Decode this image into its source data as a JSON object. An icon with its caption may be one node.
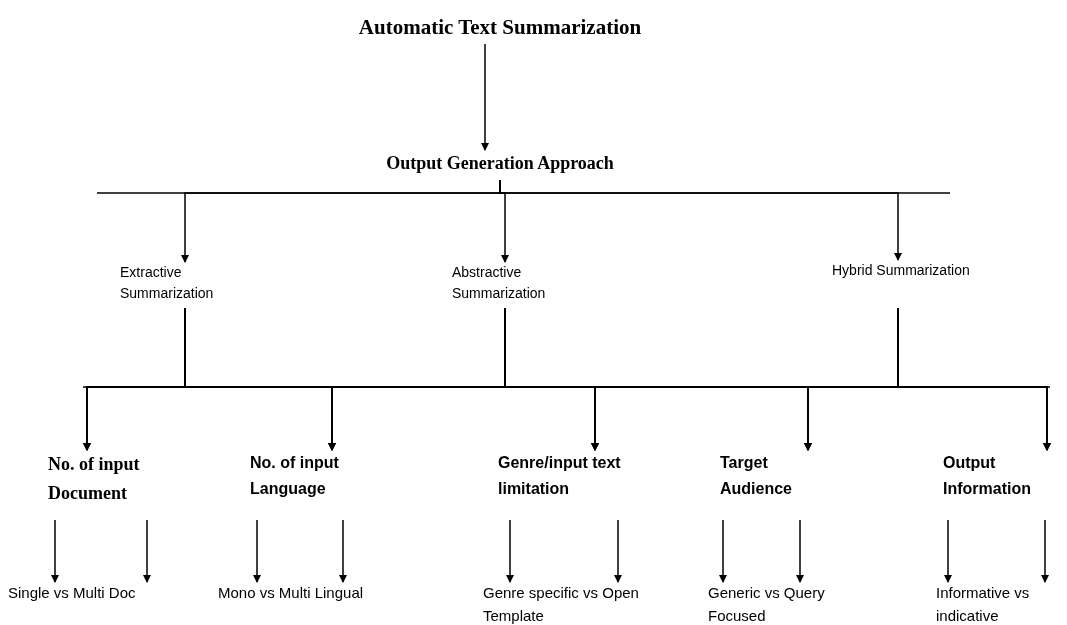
{
  "diagram": {
    "nodes": [
      {
        "text": [
          "Automatic Text Summarization"
        ]
      },
      {
        "text": [
          "Output Generation Approach"
        ]
      },
      {
        "text": [
          "Extractive Summarization"
        ]
      },
      {
        "text": [
          "Abstractive Summarization"
        ]
      },
      {
        "text": [
          "Hybrid Summarization"
        ]
      },
      {
        "text": [
          "No. of input Document"
        ]
      },
      {
        "text": [
          "No. of input Language"
        ]
      },
      {
        "text": [
          "Genre/input text limitation"
        ]
      },
      {
        "text": [
          "Target Audience"
        ]
      },
      {
        "text": [
          "Output Information"
        ]
      },
      {
        "text": [
          "Single vs Multi Doc"
        ]
      },
      {
        "text": [
          "Mono vs Multi Lingual"
        ]
      },
      {
        "text": [
          "Genre specific vs Open Template"
        ]
      },
      {
        "text": [
          "Generic vs Query Focused"
        ]
      },
      {
        "text": [
          "Informative vs indicative"
        ]
      }
    ],
    "edges": [
      {
        "from": 0,
        "to": 1,
        "arrow": "to"
      },
      {
        "from": 1,
        "to": 2,
        "arrow": "to"
      },
      {
        "from": 1,
        "to": 3,
        "arrow": "to"
      },
      {
        "from": 1,
        "to": 4,
        "arrow": "to"
      },
      {
        "from": 2,
        "to": 5,
        "arrow": "to"
      },
      {
        "from": 2,
        "to": 6,
        "arrow": "to"
      },
      {
        "from": 2,
        "to": 7,
        "arrow": "to"
      },
      {
        "from": 2,
        "to": 8,
        "arrow": "to"
      },
      {
        "from": 2,
        "to": 9,
        "arrow": "to"
      },
      {
        "from": 3,
        "to": 5,
        "arrow": "to"
      },
      {
        "from": 3,
        "to": 6,
        "arrow": "to"
      },
      {
        "from": 3,
        "to": 7,
        "arrow": "to"
      },
      {
        "from": 3,
        "to": 8,
        "arrow": "to"
      },
      {
        "from": 3,
        "to": 9,
        "arrow": "to"
      },
      {
        "from": 4,
        "to": 5,
        "arrow": "to"
      },
      {
        "from": 4,
        "to": 6,
        "arrow": "to"
      },
      {
        "from": 4,
        "to": 7,
        "arrow": "to"
      },
      {
        "from": 4,
        "to": 8,
        "arrow": "to"
      },
      {
        "from": 4,
        "to": 9,
        "arrow": "to"
      },
      {
        "from": 5,
        "to": 10,
        "arrow": "to"
      },
      {
        "from": 5,
        "to": 10,
        "arrow": "to"
      },
      {
        "from": 6,
        "to": 11,
        "arrow": "to"
      },
      {
        "from": 6,
        "to": 11,
        "arrow": "to"
      },
      {
        "from": 7,
        "to": 12,
        "arrow": "to"
      },
      {
        "from": 7,
        "to": 12,
        "arrow": "to"
      },
      {
        "from": 8,
        "to": 13,
        "arrow": "to"
      },
      {
        "from": 8,
        "to": 13,
        "arrow": "to"
      },
      {
        "from": 9,
        "to": 14,
        "arrow": "to"
      },
      {
        "from": 9,
        "to": 14,
        "arrow": "to"
      }
    ]
  }
}
